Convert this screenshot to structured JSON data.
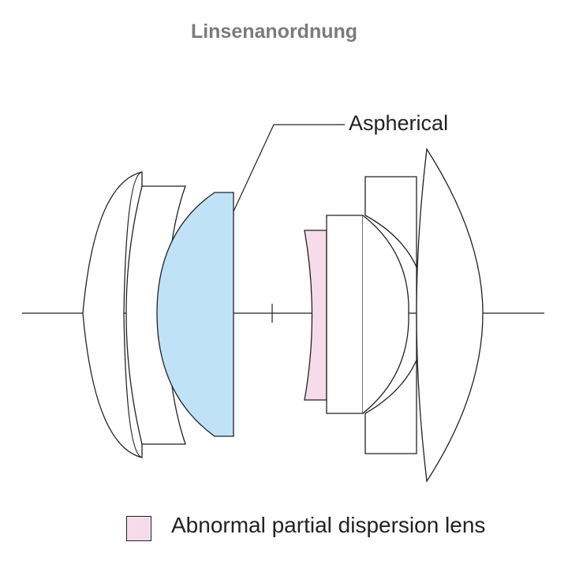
{
  "title": "Linsenanordnung",
  "callout": {
    "label": "Aspherical"
  },
  "legend": [
    {
      "label": "Abnormal partial dispersion lens",
      "color": "#f6dcea"
    }
  ],
  "colors": {
    "aspherical_fill": "#bfe2f7",
    "special_dispersion_fill": "#f6dcea",
    "outline": "#222222"
  }
}
